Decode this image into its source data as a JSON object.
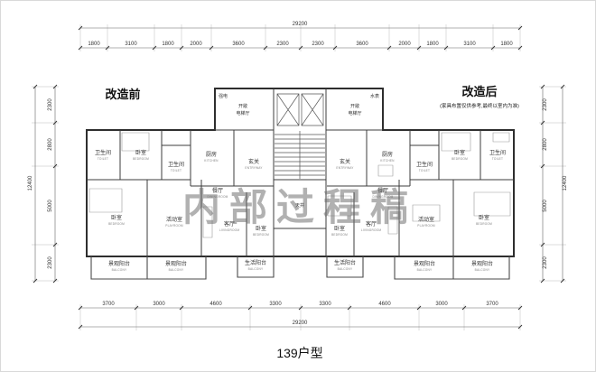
{
  "title": {
    "text": "139户型"
  },
  "watermark": {
    "text": "内部过程稿"
  },
  "panels": {
    "before": "改造前",
    "after": "改造后",
    "after_note": "(家具布置仅供参考,最终以室内为准)"
  },
  "dims": {
    "top_overall": "29200",
    "top_segments": [
      "1800",
      "3100",
      "1800",
      "2000",
      "3600",
      "2300",
      "2300",
      "3600",
      "2000",
      "1800",
      "3100",
      "1800"
    ],
    "bottom_overall": "29200",
    "bottom_segments": [
      "3700",
      "3000",
      "4600",
      "3300",
      "3300",
      "4600",
      "3000",
      "3700"
    ],
    "left_overall": "12400",
    "left_segments": [
      "2300",
      "2800",
      "5000",
      "2300"
    ],
    "right_overall": "12400",
    "right_segments": [
      "2300",
      "2800",
      "5000",
      "2300"
    ]
  },
  "core": {
    "strong_power": "强电",
    "water_meter": "水表",
    "lobby_a": "开敞",
    "lobby_b": "电梯厅",
    "lightwell": "天井"
  },
  "before_rooms": [
    {
      "cn": "卫生间",
      "en": "TOILET"
    },
    {
      "cn": "卧室",
      "en": "BEDROOM"
    },
    {
      "cn": "卫生间",
      "en": "TOILET"
    },
    {
      "cn": "厨房",
      "en": "KITCHEN"
    },
    {
      "cn": "玄关",
      "en": "ENTRYWAY"
    },
    {
      "cn": "餐厅",
      "en": "DININGROOM"
    },
    {
      "cn": "卧室",
      "en": "BEDROOM"
    },
    {
      "cn": "活动室",
      "en": "PLAYROOM"
    },
    {
      "cn": "客厅",
      "en": "LIVINGROOM"
    },
    {
      "cn": "卧室",
      "en": "BEDROOM"
    },
    {
      "cn": "景观阳台",
      "en": "BALCONY"
    },
    {
      "cn": "景观阳台",
      "en": "BALCONY"
    },
    {
      "cn": "生活阳台",
      "en": "BALCONY"
    }
  ],
  "after_rooms": [
    {
      "cn": "玄关",
      "en": "ENTRYWAY"
    },
    {
      "cn": "厨房",
      "en": "KITCHEN"
    },
    {
      "cn": "卫生间",
      "en": "TOILET"
    },
    {
      "cn": "卧室",
      "en": "BEDROOM"
    },
    {
      "cn": "卫生间",
      "en": "TOILET"
    },
    {
      "cn": "餐厅",
      "en": "DININGROOM"
    },
    {
      "cn": "卧室",
      "en": "BEDROOM"
    },
    {
      "cn": "客厅",
      "en": "LIVINGROOM"
    },
    {
      "cn": "活动室",
      "en": "PLAYROOM"
    },
    {
      "cn": "卧室",
      "en": "BEDROOM"
    },
    {
      "cn": "生活阳台",
      "en": "BALCONY"
    },
    {
      "cn": "景观阳台",
      "en": "BALCONY"
    },
    {
      "cn": "景观阳台",
      "en": "BALCONY"
    }
  ]
}
